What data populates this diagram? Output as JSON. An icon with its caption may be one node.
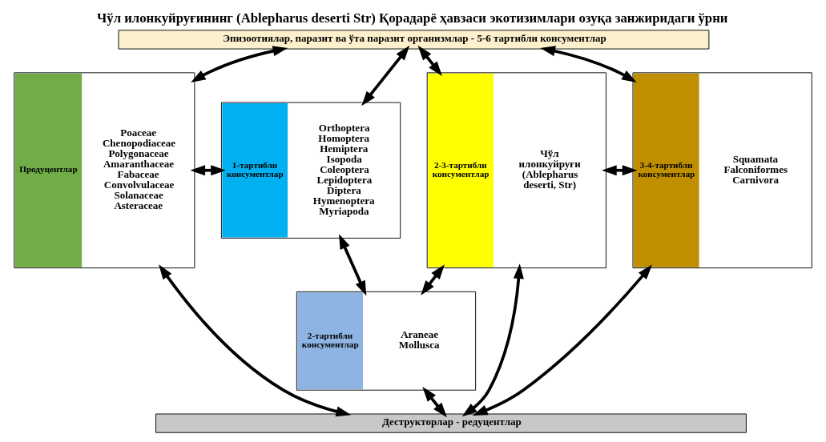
{
  "diagram": {
    "title": "Чўл илонкуйруғининг (Ablepharus deserti Str) Қорадарё ҳавзаси экотизимлари озуқа занжиридаги ўрни",
    "nodes": [
      {
        "text": [
          "Эпизоотиялар, паразит ва ўта паразит организмлар - 5-6 тартибли консументлар"
        ]
      },
      {
        "text": [
          "Продуцентлар",
          "Poaceae Chenopodiaceae Polygonaceae Amaranthaceae Fabaceae Convolvulaceae Solanaceae Asteraceae"
        ]
      },
      {
        "text": [
          "1-тартибли консументлар",
          "Orthoptera Homoptera Hemiptera Isopoda Coleoptera Lepidoptera Diptera Hymenoptera Myriapoda"
        ]
      },
      {
        "text": [
          "2-тартибли консументлар",
          "Araneae Mollusca"
        ]
      },
      {
        "text": [
          "2-3-тартибли консументлар",
          "Чўл илонкуйруғи (Ablepharus deserti, Str)"
        ]
      },
      {
        "text": [
          "3-4-тартибли консументлар",
          "Squamata Falconiformes Carnivora"
        ]
      },
      {
        "text": [
          "Деструкторлар - редуцентлар"
        ]
      }
    ],
    "edges": [
      {
        "from": 0,
        "to": 1,
        "arrow": "both"
      },
      {
        "from": 0,
        "to": 2,
        "arrow": "both"
      },
      {
        "from": 0,
        "to": 4,
        "arrow": "both"
      },
      {
        "from": 0,
        "to": 5,
        "arrow": "both"
      },
      {
        "from": 1,
        "to": 2,
        "arrow": "both"
      },
      {
        "from": 2,
        "to": 3,
        "arrow": "both"
      },
      {
        "from": 3,
        "to": 4,
        "arrow": "both"
      },
      {
        "from": 4,
        "to": 5,
        "arrow": "both"
      },
      {
        "from": 1,
        "to": 6,
        "arrow": "both"
      },
      {
        "from": 3,
        "to": 6,
        "arrow": "both"
      },
      {
        "from": 4,
        "to": 6,
        "arrow": "both"
      },
      {
        "from": 5,
        "to": 6,
        "arrow": "both"
      }
    ]
  }
}
